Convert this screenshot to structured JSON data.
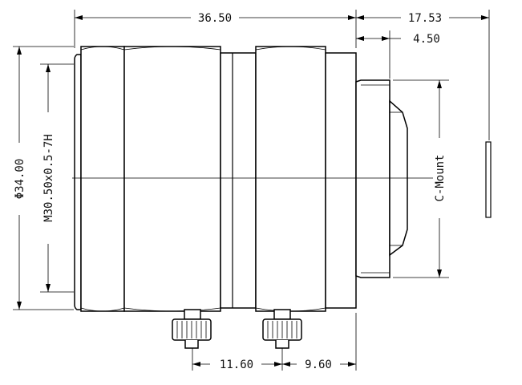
{
  "drawing": {
    "dimensions": {
      "overall_length": "36.50",
      "mount_length": "17.53",
      "flange_depth": "4.50",
      "diameter": "Φ34.00",
      "thread": "M30.50x0.5-7H",
      "screw_spacing": "11.60",
      "screw_offset": "9.60"
    },
    "mount_label": "C-Mount"
  }
}
